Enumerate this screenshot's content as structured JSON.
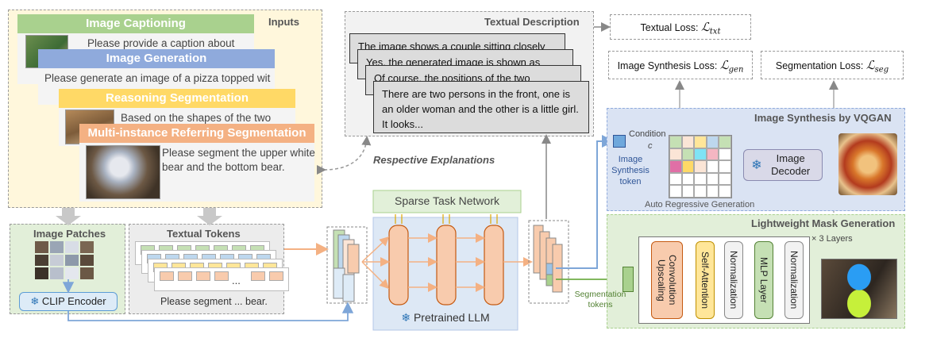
{
  "inputs": {
    "title": "Inputs",
    "cards": [
      {
        "header": "Image Captioning",
        "text": "Please provide a caption about",
        "color": "#a9d18e"
      },
      {
        "header": "Image Generation",
        "text": "Please generate an image of a pizza topped wit",
        "color": "#8faadc"
      },
      {
        "header": "Reasoning Segmentation",
        "text": "Based on the shapes of the two",
        "color": "#ffd966"
      },
      {
        "header": "Multi-instance Referring Segmentation",
        "text": "Please segment the upper white bear and the bottom bear.",
        "color": "#f4b183"
      }
    ]
  },
  "textual_description": {
    "title": "Textual Description",
    "cards": [
      "The image shows a couple sitting closely",
      "Yes, the generated image is shown as",
      "Of course, the positions of the two",
      "There are two persons in the front, one is an older woman and the other is a little girl. It looks..."
    ]
  },
  "respective_explanations": "Respective Explanations",
  "losses": {
    "textual": {
      "label": "Textual Loss:",
      "symbol": "ℒ",
      "sub": "txt"
    },
    "synthesis": {
      "label": "Image Synthesis Loss:",
      "symbol": "ℒ",
      "sub": "gen"
    },
    "segmentation": {
      "label": "Segmentation Loss:",
      "symbol": "ℒ",
      "sub": "seg"
    }
  },
  "image_patches": {
    "title": "Image Patches",
    "encoder": "CLIP Encoder"
  },
  "textual_tokens": {
    "title": "Textual Tokens",
    "text": "Please segment ... bear.",
    "ellipsis": "..."
  },
  "sparse_task_network": "Sparse Task Network",
  "pretrained_llm": "Pretrained LLM",
  "synthesis": {
    "title": "Image Synthesis by VQGAN",
    "condition": "Condition",
    "c": "c",
    "token_label": "Image Synthesis token",
    "decoder": "Image Decoder",
    "auto_regressive": "Auto Regressive Generation"
  },
  "mask": {
    "title": "Lightweight Mask Generation",
    "layers": "× 3 Layers",
    "seg_tokens": "Segmentation tokens",
    "blocks": [
      "Convolution Upscaling",
      "Self-Attention",
      "Normalization",
      "MLP Layer",
      "Normalization"
    ]
  },
  "colors": {
    "orange": "#f8cbad",
    "orange_border": "#c55a11",
    "blue_panel": "#dae3f3",
    "green_panel": "#e2efd9",
    "yellow_bg": "#fff2cc",
    "sparse_green": "#e2f0d9",
    "llm_blue": "#dde8f5"
  }
}
